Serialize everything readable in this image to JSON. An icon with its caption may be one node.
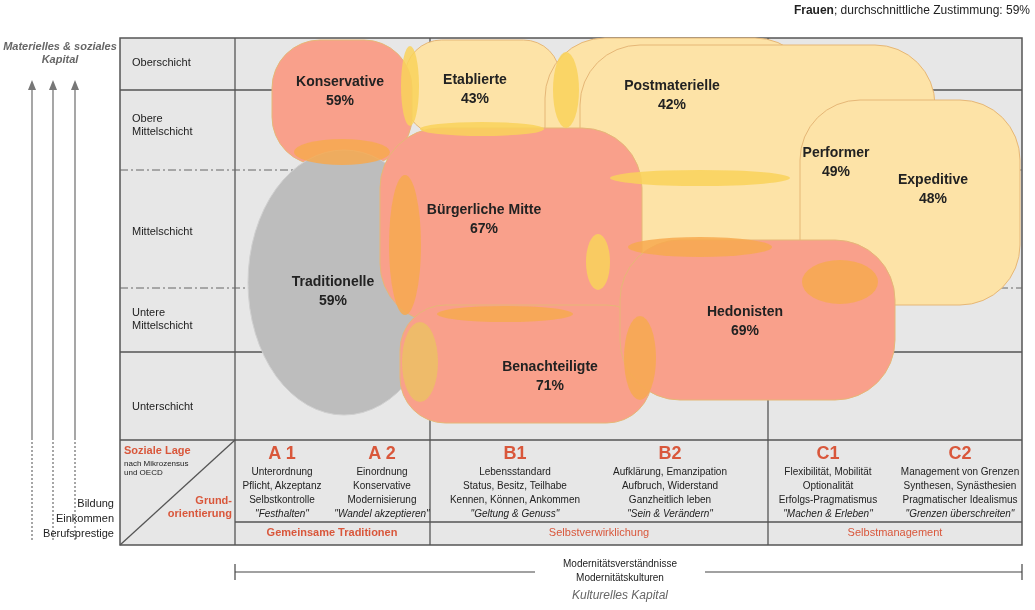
{
  "diagram": {
    "nodes": [
      {
        "text": [
          "Konservative",
          "59%"
        ]
      },
      {
        "text": [
          "Etablierte",
          "43%"
        ]
      },
      {
        "text": [
          "Postmaterielle",
          "42%"
        ]
      },
      {
        "text": [
          "Performer",
          "49%"
        ]
      },
      {
        "text": [
          "Expeditive",
          "48%"
        ]
      },
      {
        "text": [
          "Bürgerliche Mitte",
          "67%"
        ]
      },
      {
        "text": [
          "Traditionelle",
          "59%"
        ]
      },
      {
        "text": [
          "Hedonisten",
          "69%"
        ]
      },
      {
        "text": [
          "Benachteiligte",
          "71%"
        ]
      }
    ],
    "labels": [
      "**Frauen**; durchschnittliche Zustimmung: 59%",
      "Materielles & soziales Kapital",
      "Oberschicht",
      "Obere Mittelschicht",
      "Mittelschicht",
      "Untere Mittelschicht",
      "Unterschicht",
      "Soziale Lage",
      "nach Mikrozensus und OECD",
      "Grund- orientierung",
      "Bildung",
      "Einkommen",
      "Berufsprestige",
      "A 1",
      "Unterordnung",
      "Pflicht, Akzeptanz",
      "Selbstkontrolle",
      "\"Festhalten\"",
      "A 2",
      "Einordnung",
      "Konservative",
      "Modernisierung",
      "\"Wandel akzeptieren\"",
      "B1",
      "Lebensstandard",
      "Status, Besitz, Teilhabe",
      "Kennen, Können, Ankommen",
      "\"Geltung & Genuss\"",
      "B2",
      "Aufklärung, Emanzipation",
      "Aufbruch, Widerstand",
      "Ganzheitlich leben",
      "\"Sein & Verändern\"",
      "C1",
      "Flexibilität, Mobilität",
      "Optionalität",
      "Erfolgs-Pragmatismus",
      "\"Machen & Erleben\"",
      "C2",
      "Management von Grenzen",
      "Synthesen, Synästhesien",
      "Pragmatischer Idealismus",
      "\"Grenzen überschreiten\"",
      "Gemeinsame Traditionen",
      "Selbstverwirklichung",
      "Selbstmanagement",
      "Modernitätsverständnisse",
      "Modernitätskulturen",
      "Kulturelles Kapital"
    ]
  }
}
